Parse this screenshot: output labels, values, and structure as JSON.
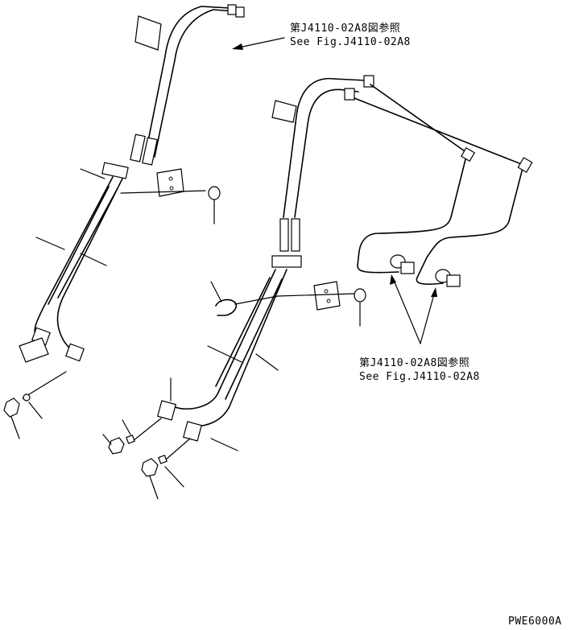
{
  "references": {
    "top": {
      "line1": "第J4110-02A8図参照",
      "line2": "See Fig.J4110-02A8"
    },
    "right": {
      "line1": "第J4110-02A8図参照",
      "line2": "See Fig.J4110-02A8"
    }
  },
  "drawing_code": "PWE6000A"
}
